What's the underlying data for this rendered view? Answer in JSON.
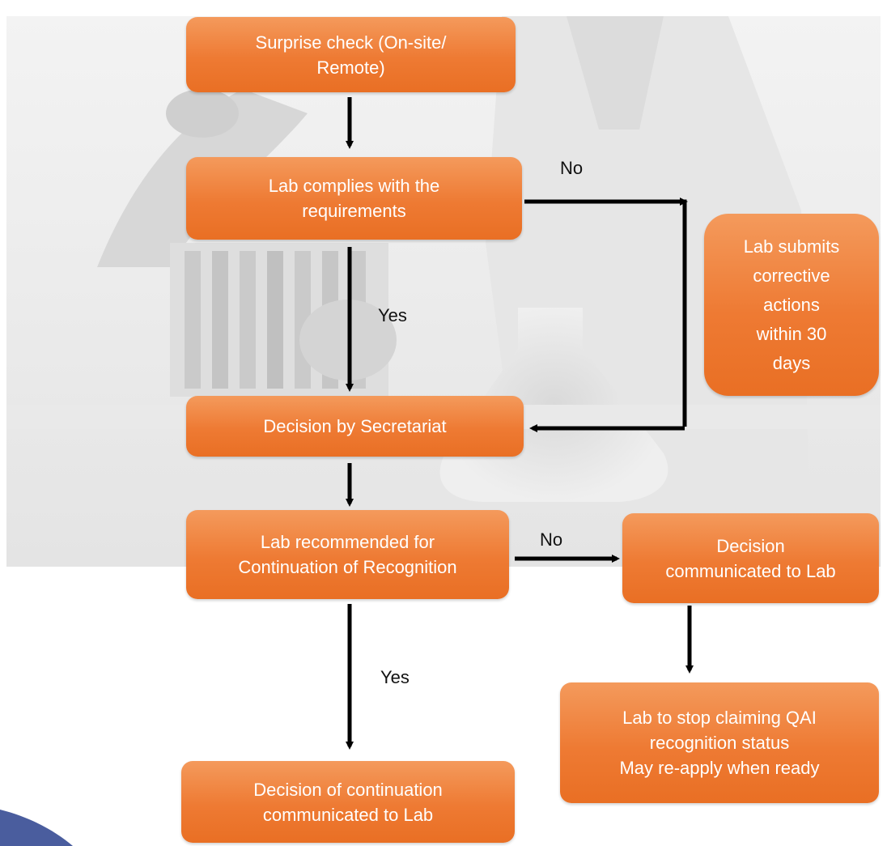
{
  "nodes": {
    "surprise_check": "Surprise check (On-site/\nRemote)",
    "lab_complies": "Lab complies with the\nrequirements",
    "corrective_actions": "Lab submits\ncorrective\nactions\nwithin 30\ndays",
    "decision_secretariat": "Decision by Secretariat",
    "lab_recommended": "Lab recommended for\nContinuation of Recognition",
    "decision_communicated": "Decision\ncommunicated to Lab",
    "stop_claiming": "Lab to stop claiming QAI\nrecognition status\nMay re-apply when ready",
    "continuation_communicated": "Decision of continuation\ncommunicated to Lab"
  },
  "edge_labels": {
    "complies_no": "No",
    "complies_yes": "Yes",
    "recommended_no": "No",
    "recommended_yes": "Yes"
  },
  "colors": {
    "node_fill": "#ee7a33",
    "node_text": "#ffffff",
    "arrow": "#000000",
    "corner_accent": "#4a5d9e"
  }
}
